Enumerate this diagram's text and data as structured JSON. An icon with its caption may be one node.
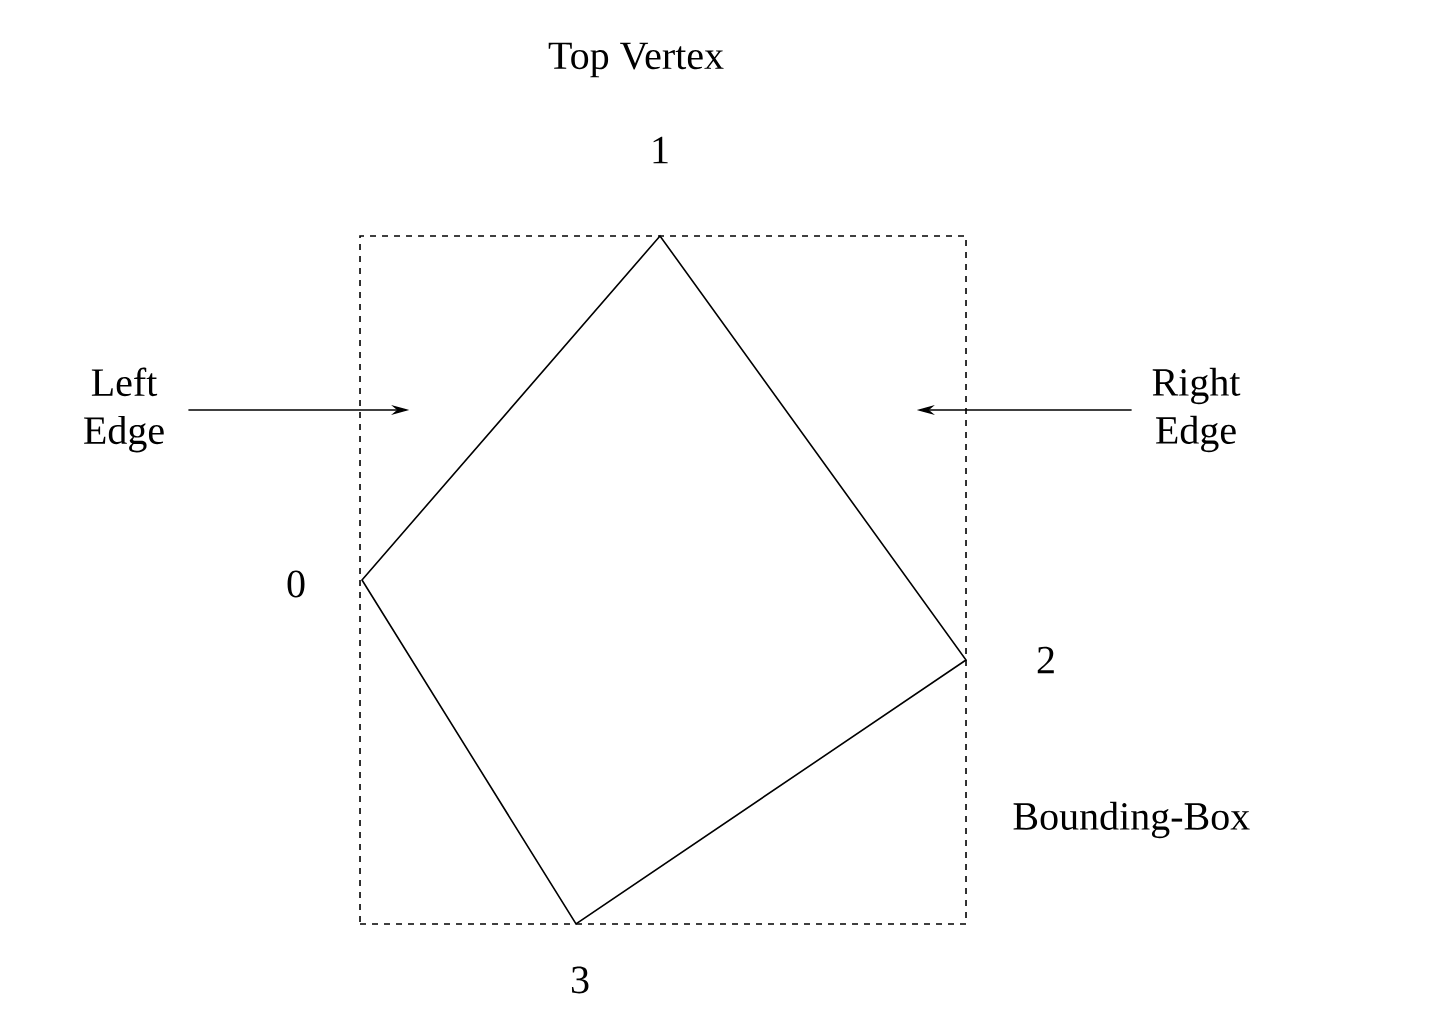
{
  "diagram": {
    "nodes": [
      {
        "text": [
          "Left Edge"
        ]
      },
      {
        "text": [
          "Right Edge"
        ]
      },
      {
        "text": [],
        "shape": "box",
        "beside": [
          "Bounding-Box"
        ]
      }
    ],
    "edges": [
      {
        "from": 0,
        "to": 2,
        "arrow": "to"
      },
      {
        "from": 1,
        "to": 2,
        "arrow": "to"
      }
    ],
    "labels": [
      "Top Vertex",
      "1",
      "0",
      "2",
      "3"
    ]
  }
}
